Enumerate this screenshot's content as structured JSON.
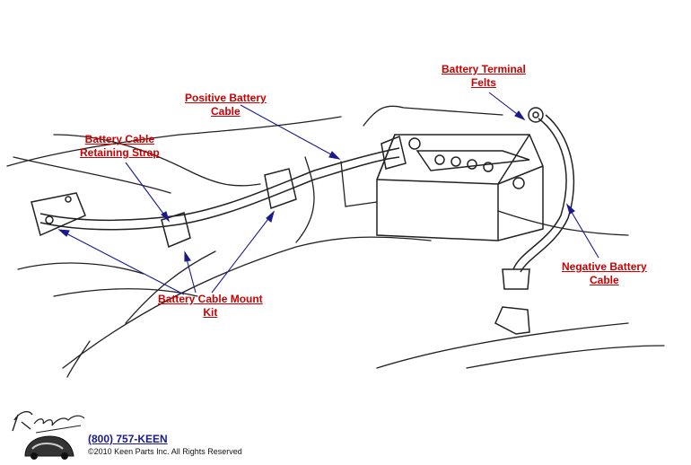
{
  "callouts": {
    "battery_terminal_felts": [
      "Battery Terminal",
      "Felts"
    ],
    "positive_battery_cable": [
      "Positive Battery",
      "Cable"
    ],
    "battery_cable_retaining_strap": [
      "Battery Cable",
      "Retaining Strap"
    ],
    "negative_battery_cable": [
      "Negative Battery",
      "Cable"
    ],
    "battery_cable_mount_kit": [
      "Battery Cable Mount",
      "Kit"
    ]
  },
  "footer": {
    "brand_logo_text": "Keen Parts",
    "phone": "(800) 757-KEEN",
    "copyright": "©2010 Keen Parts Inc. All Rights Reserved"
  },
  "colors": {
    "callout_text": "#cc0000",
    "leader_line": "#1a1a8c",
    "drawing_ink": "#222222"
  }
}
